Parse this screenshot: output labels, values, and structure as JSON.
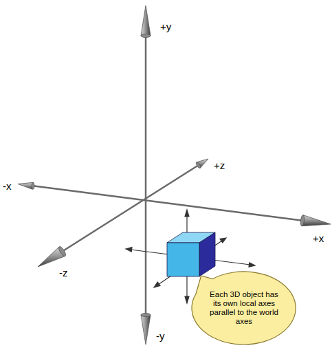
{
  "diagram": {
    "nodes": [
      {
        "text": [
          "Each 3D object has its own local axes parallel to the world axes"
        ]
      }
    ],
    "labels": [
      "+y",
      "-x",
      "+z",
      "-z",
      "+x",
      "-y"
    ]
  }
}
